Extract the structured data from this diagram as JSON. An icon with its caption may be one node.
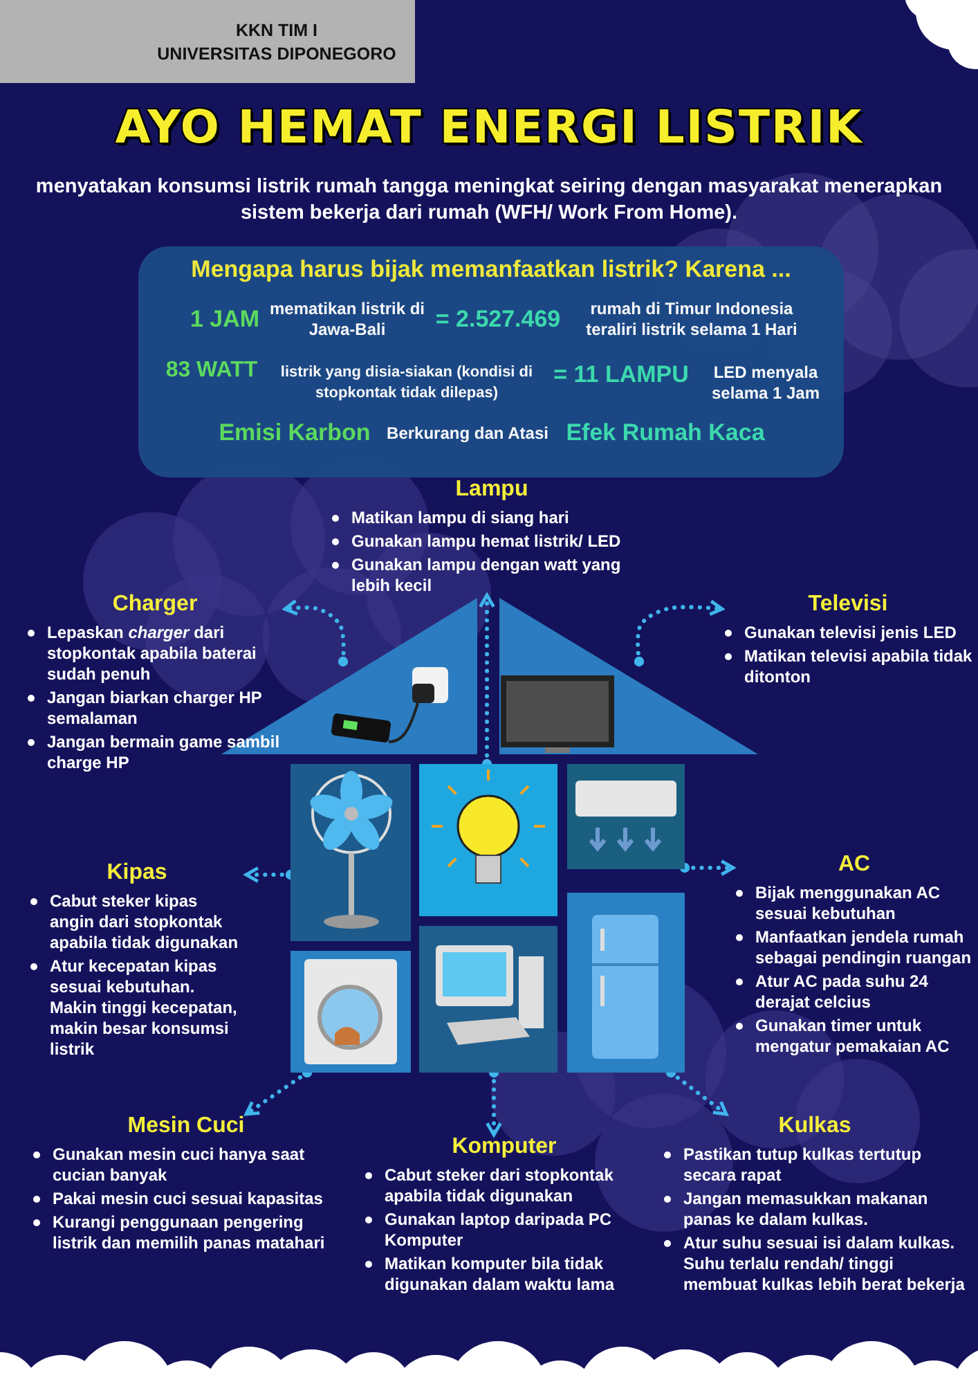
{
  "diagram": {
    "title": "AYO HEMAT ENERGI LISTRIK",
    "nodes": [
      {
        "text": [
          "KKN TIM I",
          "UNIVERSITAS DIPONEGORO"
        ]
      },
      {
        "text": [
          "Mengapa harus bijak memanfaatkan listrik? Karena ...",
          "1 JAM",
          "mematikan listrik di Jawa-Bali",
          "= 2.527.469",
          "rumah di Timur Indonesia teraliri listrik selama 1 Hari",
          "83 WATT",
          "listrik yang disia-siakan (kondisi di stopkontak tidak dilepas)",
          "= 11 LAMPU",
          "LED menyala selama 1 Jam",
          "Emisi Karbon",
          "Berkurang dan Atasi",
          "Efek Rumah Kaca"
        ]
      },
      {
        "text": [],
        "shape": "picture"
      },
      {
        "text": [],
        "shape": "picture"
      },
      {
        "text": [],
        "shape": "picture"
      },
      {
        "text": [],
        "shape": "picture"
      },
      {
        "text": [],
        "shape": "picture"
      },
      {
        "text": [],
        "shape": "picture"
      },
      {
        "text": [],
        "shape": "picture"
      },
      {
        "text": [],
        "shape": "picture"
      },
      {
        "text": [
          "Lampu",
          "Matikan lampu di siang hari",
          "Gunakan lampu hemat listrik/ LED",
          "Gunakan lampu dengan watt yang lebih kecil"
        ]
      },
      {
        "text": [
          "Charger",
          "Lepaskan *charger* dari stopkontak apabila baterai sudah penuh",
          "Jangan biarkan charger HP semalaman",
          "Jangan bermain game sambil charge HP"
        ]
      },
      {
        "text": [
          "Televisi",
          "Gunakan televisi jenis LED",
          "Matikan televisi apabila tidak ditonton"
        ]
      },
      {
        "text": [
          "Kipas",
          "Cabut steker kipas angin dari stopkontak apabila tidak digunakan",
          "Atur kecepatan kipas sesuai kebutuhan. Makin tinggi kecepatan, makin besar konsumsi listrik"
        ]
      },
      {
        "text": [
          "AC",
          "Bijak menggunakan AC sesuai kebutuhan",
          "Manfaatkan jendela rumah sebagai pendingin ruangan",
          "Atur AC pada suhu 24 derajat celcius",
          "Gunakan timer untuk mengatur pemakaian AC"
        ]
      },
      {
        "text": [
          "Mesin Cuci",
          "Gunakan mesin cuci hanya saat cucian banyak",
          "Pakai mesin cuci sesuai kapasitas",
          "Kurangi penggunaan pengering listrik dan memilih panas matahari"
        ]
      },
      {
        "text": [
          "Komputer",
          "Cabut steker dari stopkontak apabila tidak digunakan",
          "Gunakan laptop daripada PC Komputer",
          "Matikan komputer bila tidak digunakan dalam waktu lama"
        ]
      },
      {
        "text": [
          "Kulkas",
          "Pastikan tutup kulkas tertutup secara rapat",
          "Jangan memasukkan makanan panas ke dalam kulkas.",
          "Atur suhu sesuai isi dalam kulkas. Suhu terlalu rendah/ tinggi membuat kulkas lebih berat bekerja"
        ]
      }
    ],
    "edges": [
      {
        "from": 5,
        "to": 10,
        "arrow": "to",
        "style": "dashed"
      },
      {
        "from": 2,
        "to": 11,
        "arrow": "to",
        "style": "dashed"
      },
      {
        "from": 3,
        "to": 12,
        "arrow": "to",
        "style": "dashed"
      },
      {
        "from": 4,
        "to": 13,
        "arrow": "to",
        "style": "dashed"
      },
      {
        "from": 6,
        "to": 14,
        "arrow": "to",
        "style": "dashed"
      },
      {
        "from": 7,
        "to": 15,
        "arrow": "to",
        "style": "dashed"
      },
      {
        "from": 8,
        "to": 16,
        "arrow": "to",
        "style": "dashed"
      },
      {
        "from": 9,
        "to": 17,
        "arrow": "to",
        "style": "dashed"
      }
    ],
    "labels": [
      "menyatakan konsumsi listrik rumah tangga meningkat seiring dengan masyarakat menerapkan sistem bekerja dari rumah (WFH/ Work From Home)."
    ]
  }
}
